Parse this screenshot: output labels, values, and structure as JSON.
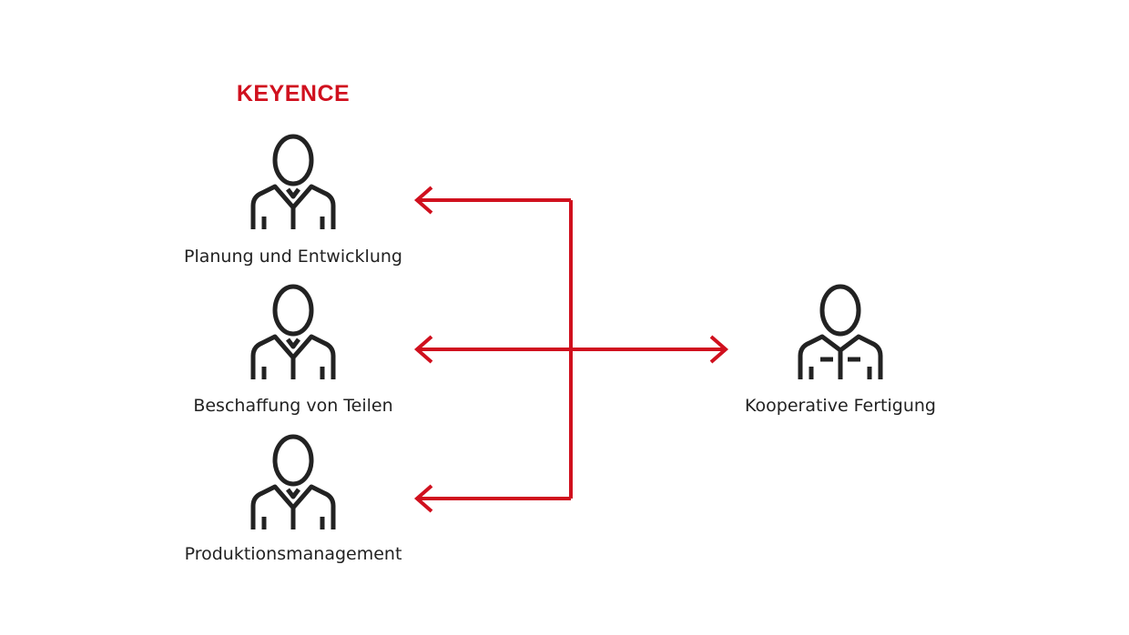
{
  "logo": "KEYENCE",
  "roles": [
    {
      "label": "Planung und Entwicklung"
    },
    {
      "label": "Beschaffung von Teilen"
    },
    {
      "label": "Produktionsmanagement"
    }
  ],
  "partner": {
    "label": "Kooperative Fertigung"
  },
  "colors": {
    "accent": "#d0101e",
    "icon": "#222222"
  }
}
